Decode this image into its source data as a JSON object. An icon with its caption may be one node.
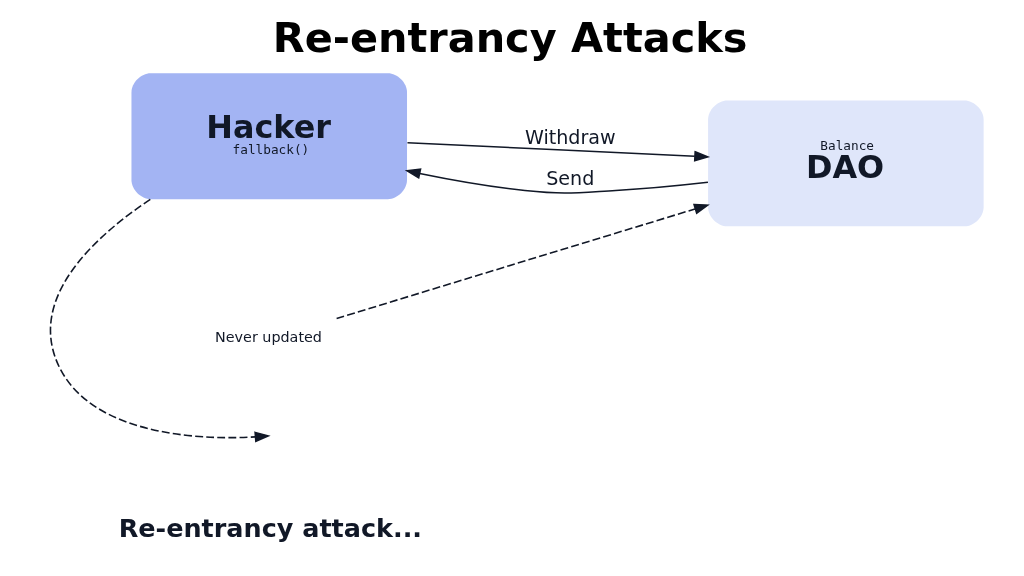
{
  "diagram": {
    "title": "Re-entrancy Attacks",
    "nodes": [
      {
        "text": [
          "Hacker",
          "fallback()"
        ]
      },
      {
        "text": [
          "Balance",
          "DAO"
        ]
      },
      {
        "text": [
          "Never updated"
        ]
      }
    ],
    "edges": [
      {
        "from": 0,
        "to": 1,
        "arrow": "to",
        "label": "Withdraw"
      },
      {
        "from": 1,
        "to": 0,
        "arrow": "to",
        "label": "Send"
      },
      {
        "from": 0,
        "to": null,
        "arrow": "to",
        "style": "dashed"
      },
      {
        "from": 2,
        "to": 1,
        "arrow": "to",
        "style": "dashed"
      }
    ],
    "labels": [
      "Re-entrancy attack..."
    ]
  }
}
